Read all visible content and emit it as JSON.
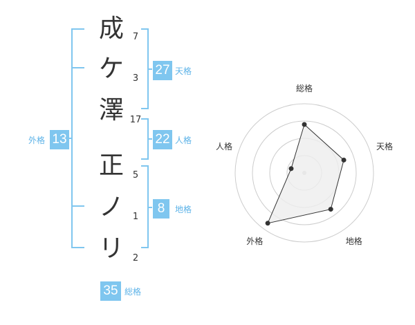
{
  "name": {
    "characters": [
      {
        "char": "成",
        "strokes": "7"
      },
      {
        "char": "ケ",
        "strokes": "3"
      },
      {
        "char": "澤",
        "strokes": "17"
      },
      {
        "char": "正",
        "strokes": "5"
      },
      {
        "char": "ノ",
        "strokes": "1"
      },
      {
        "char": "リ",
        "strokes": "2"
      }
    ]
  },
  "fortune": {
    "tenkaku": {
      "value": "27",
      "label": "天格"
    },
    "jinkaku": {
      "value": "22",
      "label": "人格"
    },
    "chikaku": {
      "value": "8",
      "label": "地格"
    },
    "gaikaku": {
      "value": "13",
      "label": "外格"
    },
    "soukaku": {
      "value": "35",
      "label": "総格"
    }
  },
  "chart_data": {
    "type": "radar",
    "axes": [
      "総格",
      "天格",
      "地格",
      "外格",
      "人格"
    ],
    "values": [
      0.7,
      0.6,
      0.65,
      0.9,
      0.2
    ],
    "rings": 4,
    "fill": "#eeeeee",
    "line": "#333333"
  },
  "colors": {
    "accent": "#7fc6ef",
    "bracket": "#7fc6ef",
    "label": "#5db3e8"
  }
}
